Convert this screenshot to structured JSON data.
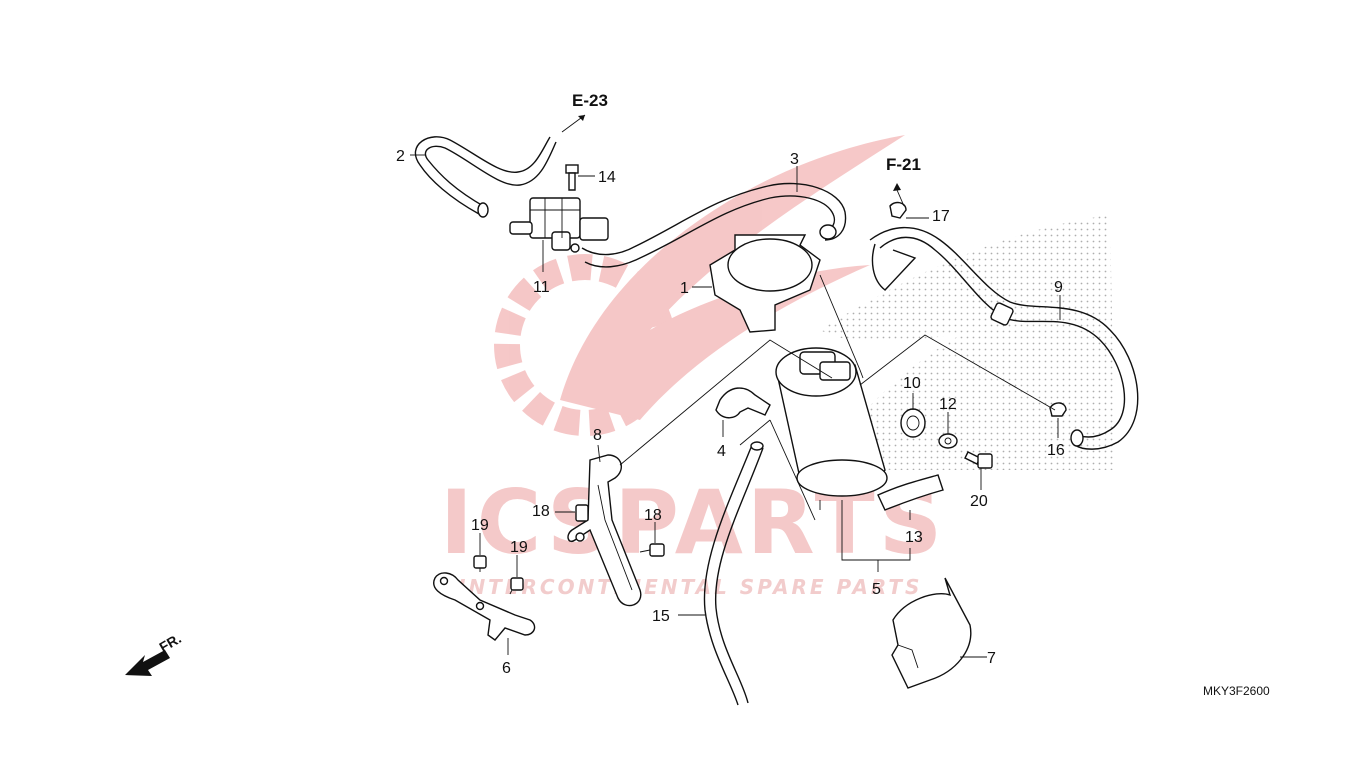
{
  "diagram": {
    "code": "MKY3F2600",
    "direction_label": "FR.",
    "references": [
      {
        "id": "ref-e23",
        "text": "E-23"
      },
      {
        "id": "ref-f21",
        "text": "F-21"
      }
    ],
    "part_labels": [
      "1",
      "2",
      "3",
      "4",
      "5",
      "6",
      "7",
      "8",
      "9",
      "10",
      "11",
      "12",
      "13",
      "14",
      "15",
      "16",
      "17",
      "18",
      "18",
      "19",
      "19",
      "20"
    ]
  },
  "watermark": {
    "brand": "ICSPARTS",
    "tagline": "INTERCONTINENTAL SPARE PARTS",
    "color": "#f2c4c4"
  },
  "colors": {
    "line": "#111111",
    "stipple": "#9a9a9a"
  }
}
